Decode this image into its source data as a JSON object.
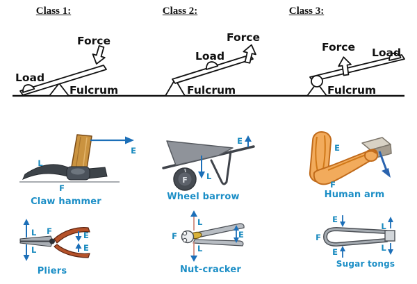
{
  "figure": {
    "background": "#ffffff"
  },
  "colors": {
    "label_blue": "#1789be",
    "caption_blue": "#1b8ec6",
    "arrow_blue": "#1c6fb8",
    "arm_arrow_blue": "#2a63ae",
    "ink_black": "#111111",
    "hammer_handle_tan": "#ca9340",
    "metal_gray": "#42474f",
    "barrow_tray_gray": "#8f939a",
    "plier_handle_red": "#b5522a",
    "skin_orange": "#f2ab5c",
    "nut_yellow": "#d9b23a"
  },
  "lever_classes": [
    {
      "title": "Class 1:",
      "force_label": "Force",
      "load_label": "Load",
      "fulcrum_label": "Fulcrum"
    },
    {
      "title": "Class 2:",
      "force_label": "Force",
      "load_label": "Load",
      "fulcrum_label": "Fulcrum"
    },
    {
      "title": "Class 3:",
      "force_label": "Force",
      "load_label": "Load",
      "fulcrum_label": "Fulcrum"
    }
  ],
  "examples": {
    "claw_hammer": {
      "caption": "Claw hammer",
      "effort": "E",
      "load": "L",
      "fulcrum": "F"
    },
    "wheel_barrow": {
      "caption": "Wheel barrow",
      "effort": "E",
      "load": "L",
      "fulcrum": "F"
    },
    "human_arm": {
      "caption": "Human arm",
      "effort": "E",
      "fulcrum": "F"
    },
    "pliers": {
      "caption": "Pliers",
      "load_top": "L",
      "load_bottom": "L",
      "effort_top": "E",
      "effort_bottom": "E",
      "fulcrum": "F"
    },
    "nut_cracker": {
      "caption": "Nut-cracker",
      "load_top": "L",
      "load_bottom": "L",
      "effort": "E",
      "fulcrum": "F"
    },
    "sugar_tongs": {
      "caption": "Sugar tongs",
      "effort_top": "E",
      "effort_bottom": "E",
      "load_top": "L",
      "load_bottom": "L",
      "fulcrum": "F"
    }
  }
}
